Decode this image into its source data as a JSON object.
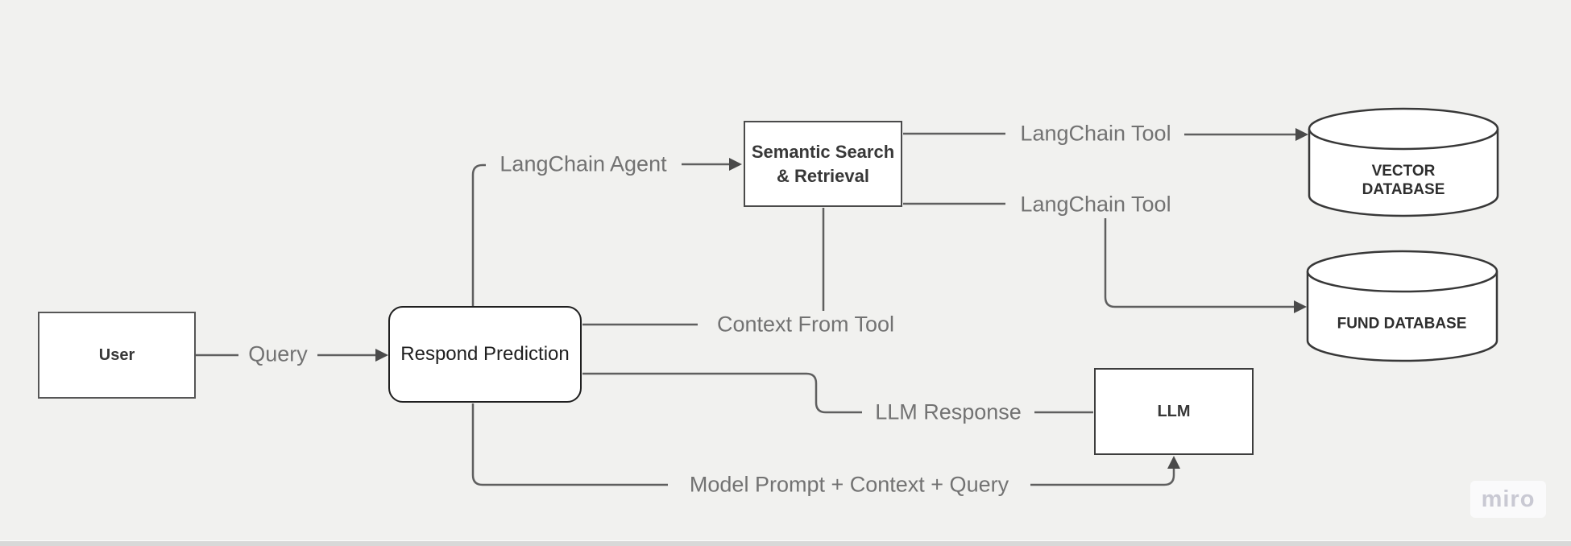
{
  "canvas": {
    "background_color": "#f1f1ef",
    "connector_color": "#5f5f5f",
    "edge_label_color": "#727272",
    "bottom_bar_color": "#d8d8d8"
  },
  "nodes": {
    "user": {
      "label": "User"
    },
    "respond_prediction": {
      "label": "Respond Prediction"
    },
    "semantic_search": {
      "label_line1": "Semantic Search",
      "label_line2": "& Retrieval"
    },
    "llm": {
      "label": "LLM"
    },
    "vector_database": {
      "label_line1": "VECTOR",
      "label_line2": "DATABASE"
    },
    "fund_database": {
      "label": "FUND DATABASE"
    }
  },
  "edges": {
    "query": {
      "label": "Query"
    },
    "langchain_agent": {
      "label": "LangChain Agent"
    },
    "langchain_tool_vector": {
      "label": "LangChain Tool"
    },
    "langchain_tool_fund": {
      "label": "LangChain Tool"
    },
    "context_from_tool": {
      "label": "Context From Tool"
    },
    "llm_response": {
      "label": "LLM Response"
    },
    "model_prompt": {
      "label": "Model Prompt + Context + Query"
    }
  },
  "watermark": {
    "label": "miro"
  }
}
